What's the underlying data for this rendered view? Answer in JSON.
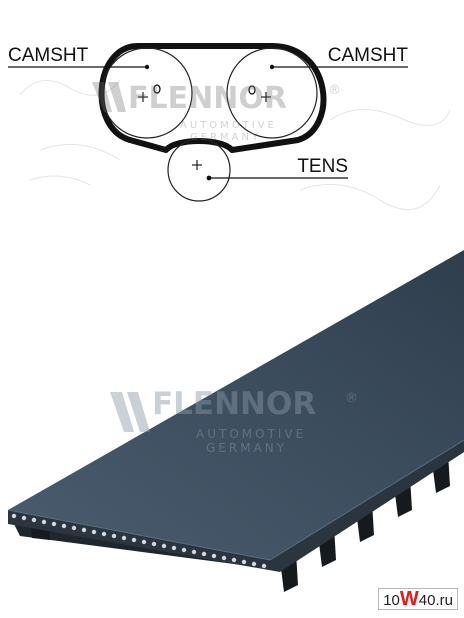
{
  "diagram": {
    "label_left": "CAMSHT",
    "label_right": "CAMSHT",
    "label_tensioner": "TENS"
  },
  "watermark": {
    "brand": "FLENNOR",
    "registered": "®",
    "line1": "AUTOMOTIVE",
    "line2": "GERMANY"
  },
  "site_badge": {
    "prefix": "10",
    "letter": "W",
    "suffix": "40",
    "domain": ".ru"
  },
  "colors": {
    "belt_top": "#3e5062",
    "belt_edge": "#1e262e",
    "badge_accent": "#e21b1b"
  }
}
